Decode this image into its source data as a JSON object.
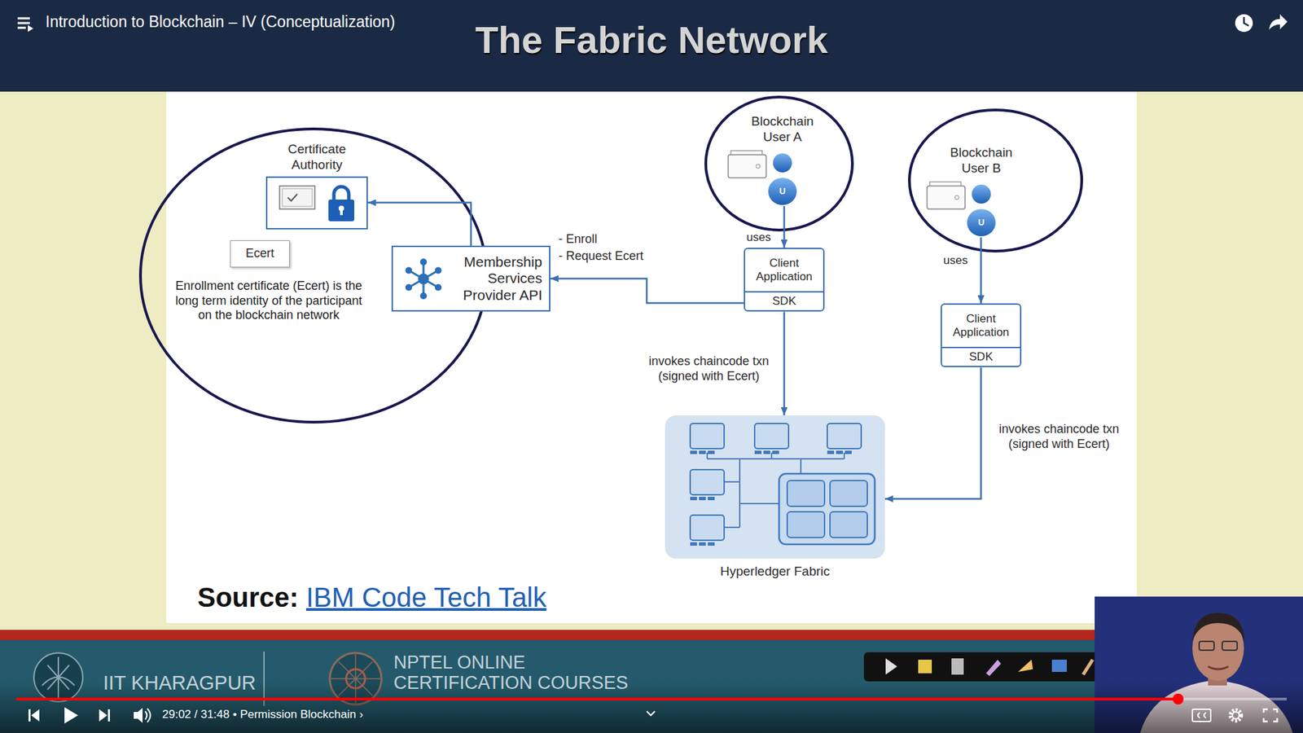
{
  "diagram": {
    "title": "The Fabric Network",
    "nodes": [
      {
        "text": [
          "Certificate Authority"
        ]
      },
      {
        "text": [
          "Ecert"
        ]
      },
      {
        "text": [
          "Membership Services Provider API"
        ]
      },
      {
        "text": [
          "Blockchain User A",
          "U"
        ]
      },
      {
        "text": [
          "Client Application",
          "SDK"
        ]
      },
      {
        "text": [
          "Blockchain User B",
          "U"
        ]
      },
      {
        "text": [
          "Client Application",
          "SDK"
        ]
      },
      {
        "text": [
          "Hyperledger Fabric"
        ]
      }
    ],
    "edges": [
      {
        "from": 3,
        "to": 4,
        "label": "uses",
        "arrow": "to"
      },
      {
        "from": 5,
        "to": 6,
        "label": "uses",
        "arrow": "to"
      },
      {
        "from": 4,
        "to": 2,
        "arrow": "to"
      },
      {
        "from": 2,
        "to": 0,
        "arrow": "to"
      },
      {
        "from": 4,
        "to": 7,
        "label": "invokes chaincode txn (signed with Ecert)",
        "arrow": "to"
      },
      {
        "from": 6,
        "to": 7,
        "label": "invokes chaincode txn (signed with Ecert)",
        "arrow": "to"
      }
    ],
    "labels": [
      "Introduction to Blockchain – IV (Conceptualization)",
      "Enrollment certificate (Ecert) is the long term identity of the participant on the blockchain network",
      "- Enroll",
      "- Request Ecert",
      "Source:",
      "IBM Code Tech Talk",
      "IIT KHARAGPUR",
      "NPTEL ONLINE CERTIFICATION COURSES",
      "29:02 / 31:48 • Permission Blockchain ›"
    ]
  }
}
